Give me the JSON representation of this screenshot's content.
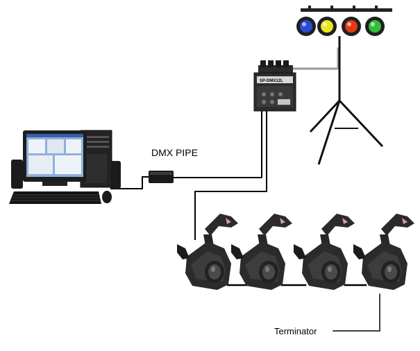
{
  "labels": {
    "dmx_pipe": "DMX PIPE",
    "terminator": "Terminator"
  },
  "devices": {
    "controller_label": "SP-DMX12L",
    "par_colors": [
      "#2a4bd8",
      "#e8e820",
      "#e23a16",
      "#2fbf3a"
    ]
  },
  "colors": {
    "cable": "#000000",
    "link_cable": "#9a9a9a",
    "device_body": "#2b2b2b",
    "screen": "#8fb0d8"
  }
}
